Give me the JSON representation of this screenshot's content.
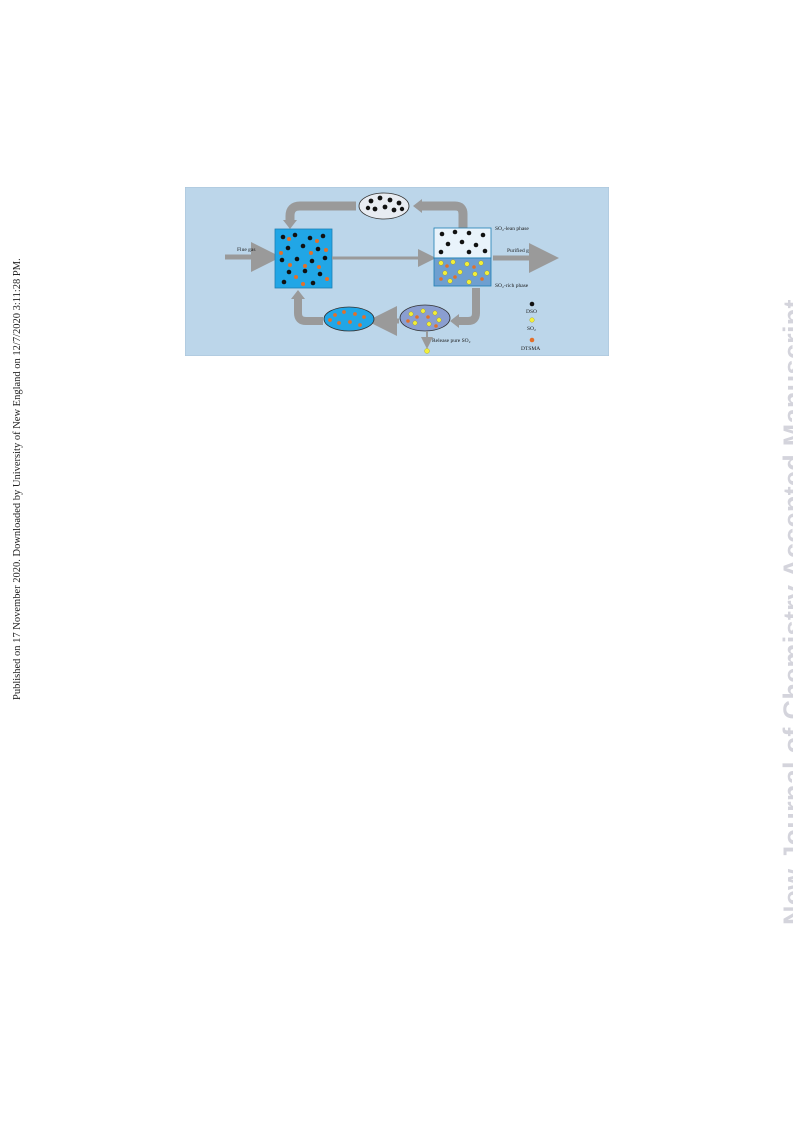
{
  "side_note": "Published on 17 November 2020. Downloaded by University of New England on 12/7/2020 3:11:28 PM.",
  "watermark": "New Journal of Chemistry Accepted Manuscript",
  "figure": {
    "labels": {
      "flue_gas": "Flue gas",
      "purified_gas": "Purified gas",
      "so2_lean": "SO₂-lean phase",
      "so2_rich": "SO₂-rich phase",
      "release": "Release pure SO₂"
    },
    "legend": [
      {
        "name": "DSO",
        "color": "#111111"
      },
      {
        "name": "SO₂",
        "color": "#f2ef3a"
      },
      {
        "name": "DTSMA",
        "color": "#e2702a"
      }
    ],
    "colors": {
      "background": "#bcd6ea",
      "absorber": "#21a6e6",
      "arrow": "#9a9a9a",
      "rich_phase": "#6e9fd0"
    }
  }
}
